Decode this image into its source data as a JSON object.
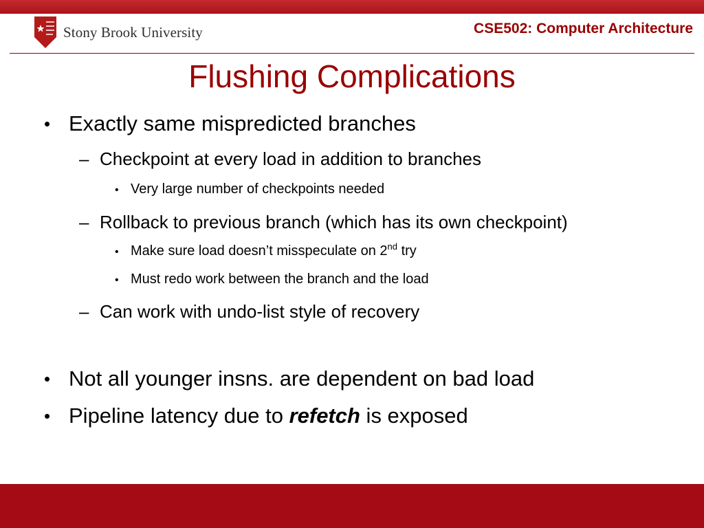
{
  "header": {
    "university": "Stony Brook University",
    "course": "CSE502: Computer Architecture",
    "colors": {
      "brand_red": "#990000",
      "stripe": "#b81c22",
      "bottom_bar": "#a50b14"
    }
  },
  "slide": {
    "title": "Flushing Complications",
    "bullets": [
      {
        "text": "Exactly same mispredicted branches"
      },
      {
        "text": "Checkpoint at every load in addition to branches"
      },
      {
        "text": "Very large number of checkpoints needed"
      },
      {
        "text": "Rollback to previous branch (which has its own checkpoint)"
      },
      {
        "text_before": "Make sure load doesn’t misspeculate on 2",
        "sup": "nd",
        "text_after": " try"
      },
      {
        "text": "Must redo work between the branch and the load"
      },
      {
        "text": "Can work with undo-list style of recovery"
      },
      {
        "text": "Not all younger insns. are dependent on bad load"
      },
      {
        "text_before": "Pipeline latency due to ",
        "emphasis": "refetch",
        "text_after": " is exposed"
      }
    ],
    "bullet_glyphs": {
      "level1": "•",
      "level2": "–",
      "level3": "•"
    }
  }
}
